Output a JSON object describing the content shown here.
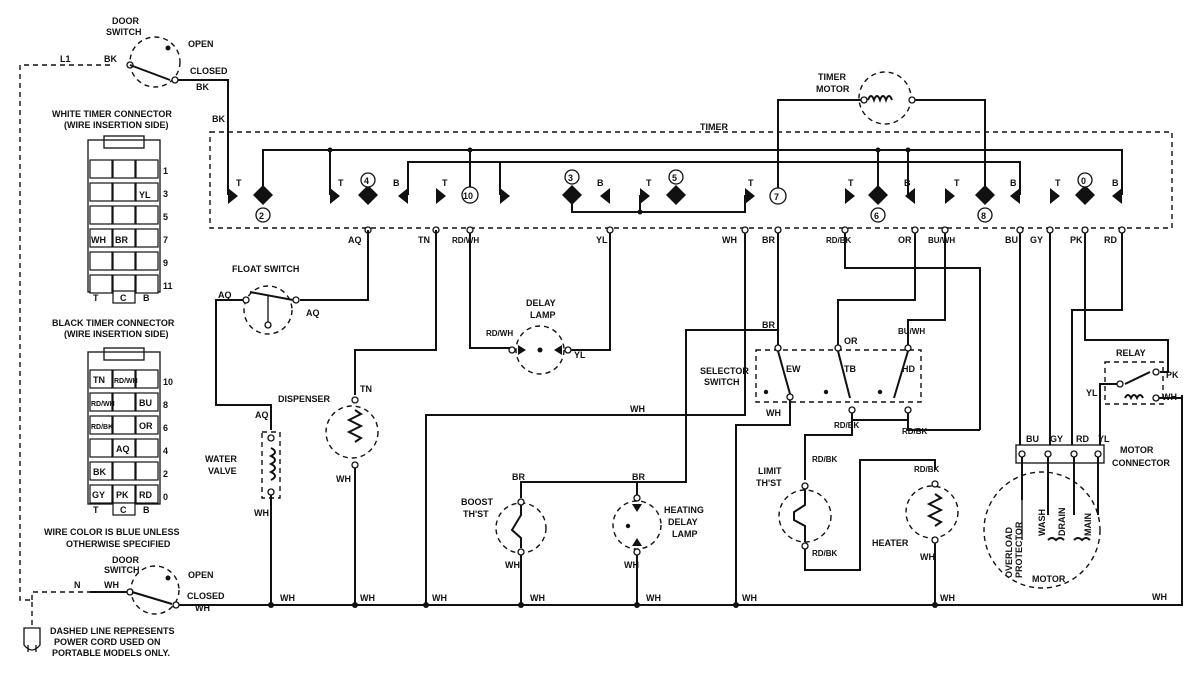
{
  "door_switch_top": {
    "title_1": "DOOR",
    "title_2": "SWITCH",
    "open": "OPEN",
    "closed": "CLOSED",
    "l1": "L1",
    "bk_in": "BK",
    "bk_out": "BK",
    "bk_down": "BK"
  },
  "door_switch_bottom": {
    "title_1": "DOOR",
    "title_2": "SWITCH",
    "open": "OPEN",
    "closed": "CLOSED",
    "n": "N",
    "wh_in": "WH",
    "wh_out": "WH"
  },
  "white_connector": {
    "title_1": "WHITE TIMER CONNECTOR",
    "title_2": "(WIRE INSERTION SIDE)",
    "rows": [
      {
        "c1": "",
        "c2": "",
        "c3": "",
        "num": "1"
      },
      {
        "c1": "",
        "c2": "",
        "c3": "YL",
        "num": "3"
      },
      {
        "c1": "",
        "c2": "",
        "c3": "",
        "num": "5"
      },
      {
        "c1": "WH",
        "c2": "BR",
        "c3": "",
        "num": "7"
      },
      {
        "c1": "",
        "c2": "",
        "c3": "",
        "num": "9"
      },
      {
        "c1": "",
        "c2": "",
        "c3": "",
        "num": "11"
      }
    ],
    "bottom": [
      "T",
      "C",
      "B"
    ]
  },
  "black_connector": {
    "title_1": "BLACK TIMER CONNECTOR",
    "title_2": "(WIRE INSERTION SIDE)",
    "rows": [
      {
        "c1": "TN",
        "c2": "RD/WH",
        "c3": "",
        "num": "10"
      },
      {
        "c1": "RD/WH",
        "c2": "",
        "c3": "BU",
        "num": "8"
      },
      {
        "c1": "RD/BK",
        "c2": "",
        "c3": "OR",
        "num": "6"
      },
      {
        "c1": "",
        "c2": "AQ",
        "c3": "",
        "num": "4"
      },
      {
        "c1": "BK",
        "c2": "",
        "c3": "",
        "num": "2"
      },
      {
        "c1": "GY",
        "c2": "PK",
        "c3": "RD",
        "num": "0"
      }
    ],
    "bottom": [
      "T",
      "C",
      "B"
    ]
  },
  "notes": {
    "wire_color_1": "WIRE COLOR IS BLUE UNLESS",
    "wire_color_2": "OTHERWISE SPECIFIED",
    "cord_1": "DASHED LINE REPRESENTS",
    "cord_2": "POWER CORD USED ON",
    "cord_3": "PORTABLE MODELS ONLY."
  },
  "timer": {
    "title": "TIMER",
    "motor_1": "TIMER",
    "motor_2": "MOTOR",
    "bk_label": "BK",
    "contacts": [
      "2",
      "4",
      "10",
      "3",
      "5",
      "7",
      "6",
      "8",
      "0"
    ],
    "letters": [
      "T",
      "T",
      "B",
      "T",
      "B",
      "T",
      "T",
      "T",
      "B",
      "T",
      "B",
      "T",
      "B"
    ],
    "wires": [
      "AQ",
      "TN",
      "RD/WH",
      "YL",
      "WH",
      "BR",
      "RD/BK",
      "OR",
      "BU/WH",
      "BU",
      "GY",
      "PK",
      "RD"
    ]
  },
  "components": {
    "float_switch": "FLOAT SWITCH",
    "float_aq_left": "AQ",
    "float_aq_right": "AQ",
    "delay_lamp_1": "DELAY",
    "delay_lamp_2": "LAMP",
    "delay_rdwh": "RD/WH",
    "delay_yl": "YL",
    "dispenser": "DISPENSER",
    "dispenser_tn": "TN",
    "dispenser_wh": "WH",
    "water_valve_1": "WATER",
    "water_valve_2": "VALVE",
    "valve_aq": "AQ",
    "valve_wh": "WH",
    "selector_1": "SELECTOR",
    "selector_2": "SWITCH",
    "sel_br": "BR",
    "sel_or": "OR",
    "sel_buwh": "BU/WH",
    "sel_wh": "WH",
    "sel_ew": "EW",
    "sel_tb": "TB",
    "sel_hd": "HD",
    "sel_rdbk": "RD/BK",
    "sel_rdbk2": "RD/BK",
    "boost_1": "BOOST",
    "boost_2": "TH'ST",
    "boost_br": "BR",
    "boost_wh": "WH",
    "heat_delay_1": "HEATING",
    "heat_delay_2": "DELAY",
    "heat_delay_3": "LAMP",
    "heat_br": "BR",
    "heat_wh": "WH",
    "limit_1": "LIMIT",
    "limit_2": "TH'ST",
    "limit_rdbk_top": "RD/BK",
    "limit_rdbk_bot": "RD/BK",
    "heater": "HEATER",
    "heater_rdbk": "RD/BK",
    "heater_wh": "WH",
    "relay": "RELAY",
    "relay_pk": "PK",
    "relay_wh": "WH",
    "relay_yl": "YL",
    "motor_conn_1": "MOTOR",
    "motor_conn_2": "CONNECTOR",
    "mc_bu": "BU",
    "mc_gy": "GY",
    "mc_rd": "RD",
    "mc_yl": "YL",
    "motor": "MOTOR",
    "overload_1": "OVERLOAD",
    "overload_2": "PROTECTOR",
    "wash": "WASH",
    "drain": "DRAIN",
    "main": "MAIN",
    "wh_dispenser_wire": "WH",
    "wh_relay_wire": "WH"
  },
  "bottom_rail": [
    "WH",
    "WH",
    "WH",
    "WH",
    "WH",
    "WH",
    "WH"
  ]
}
